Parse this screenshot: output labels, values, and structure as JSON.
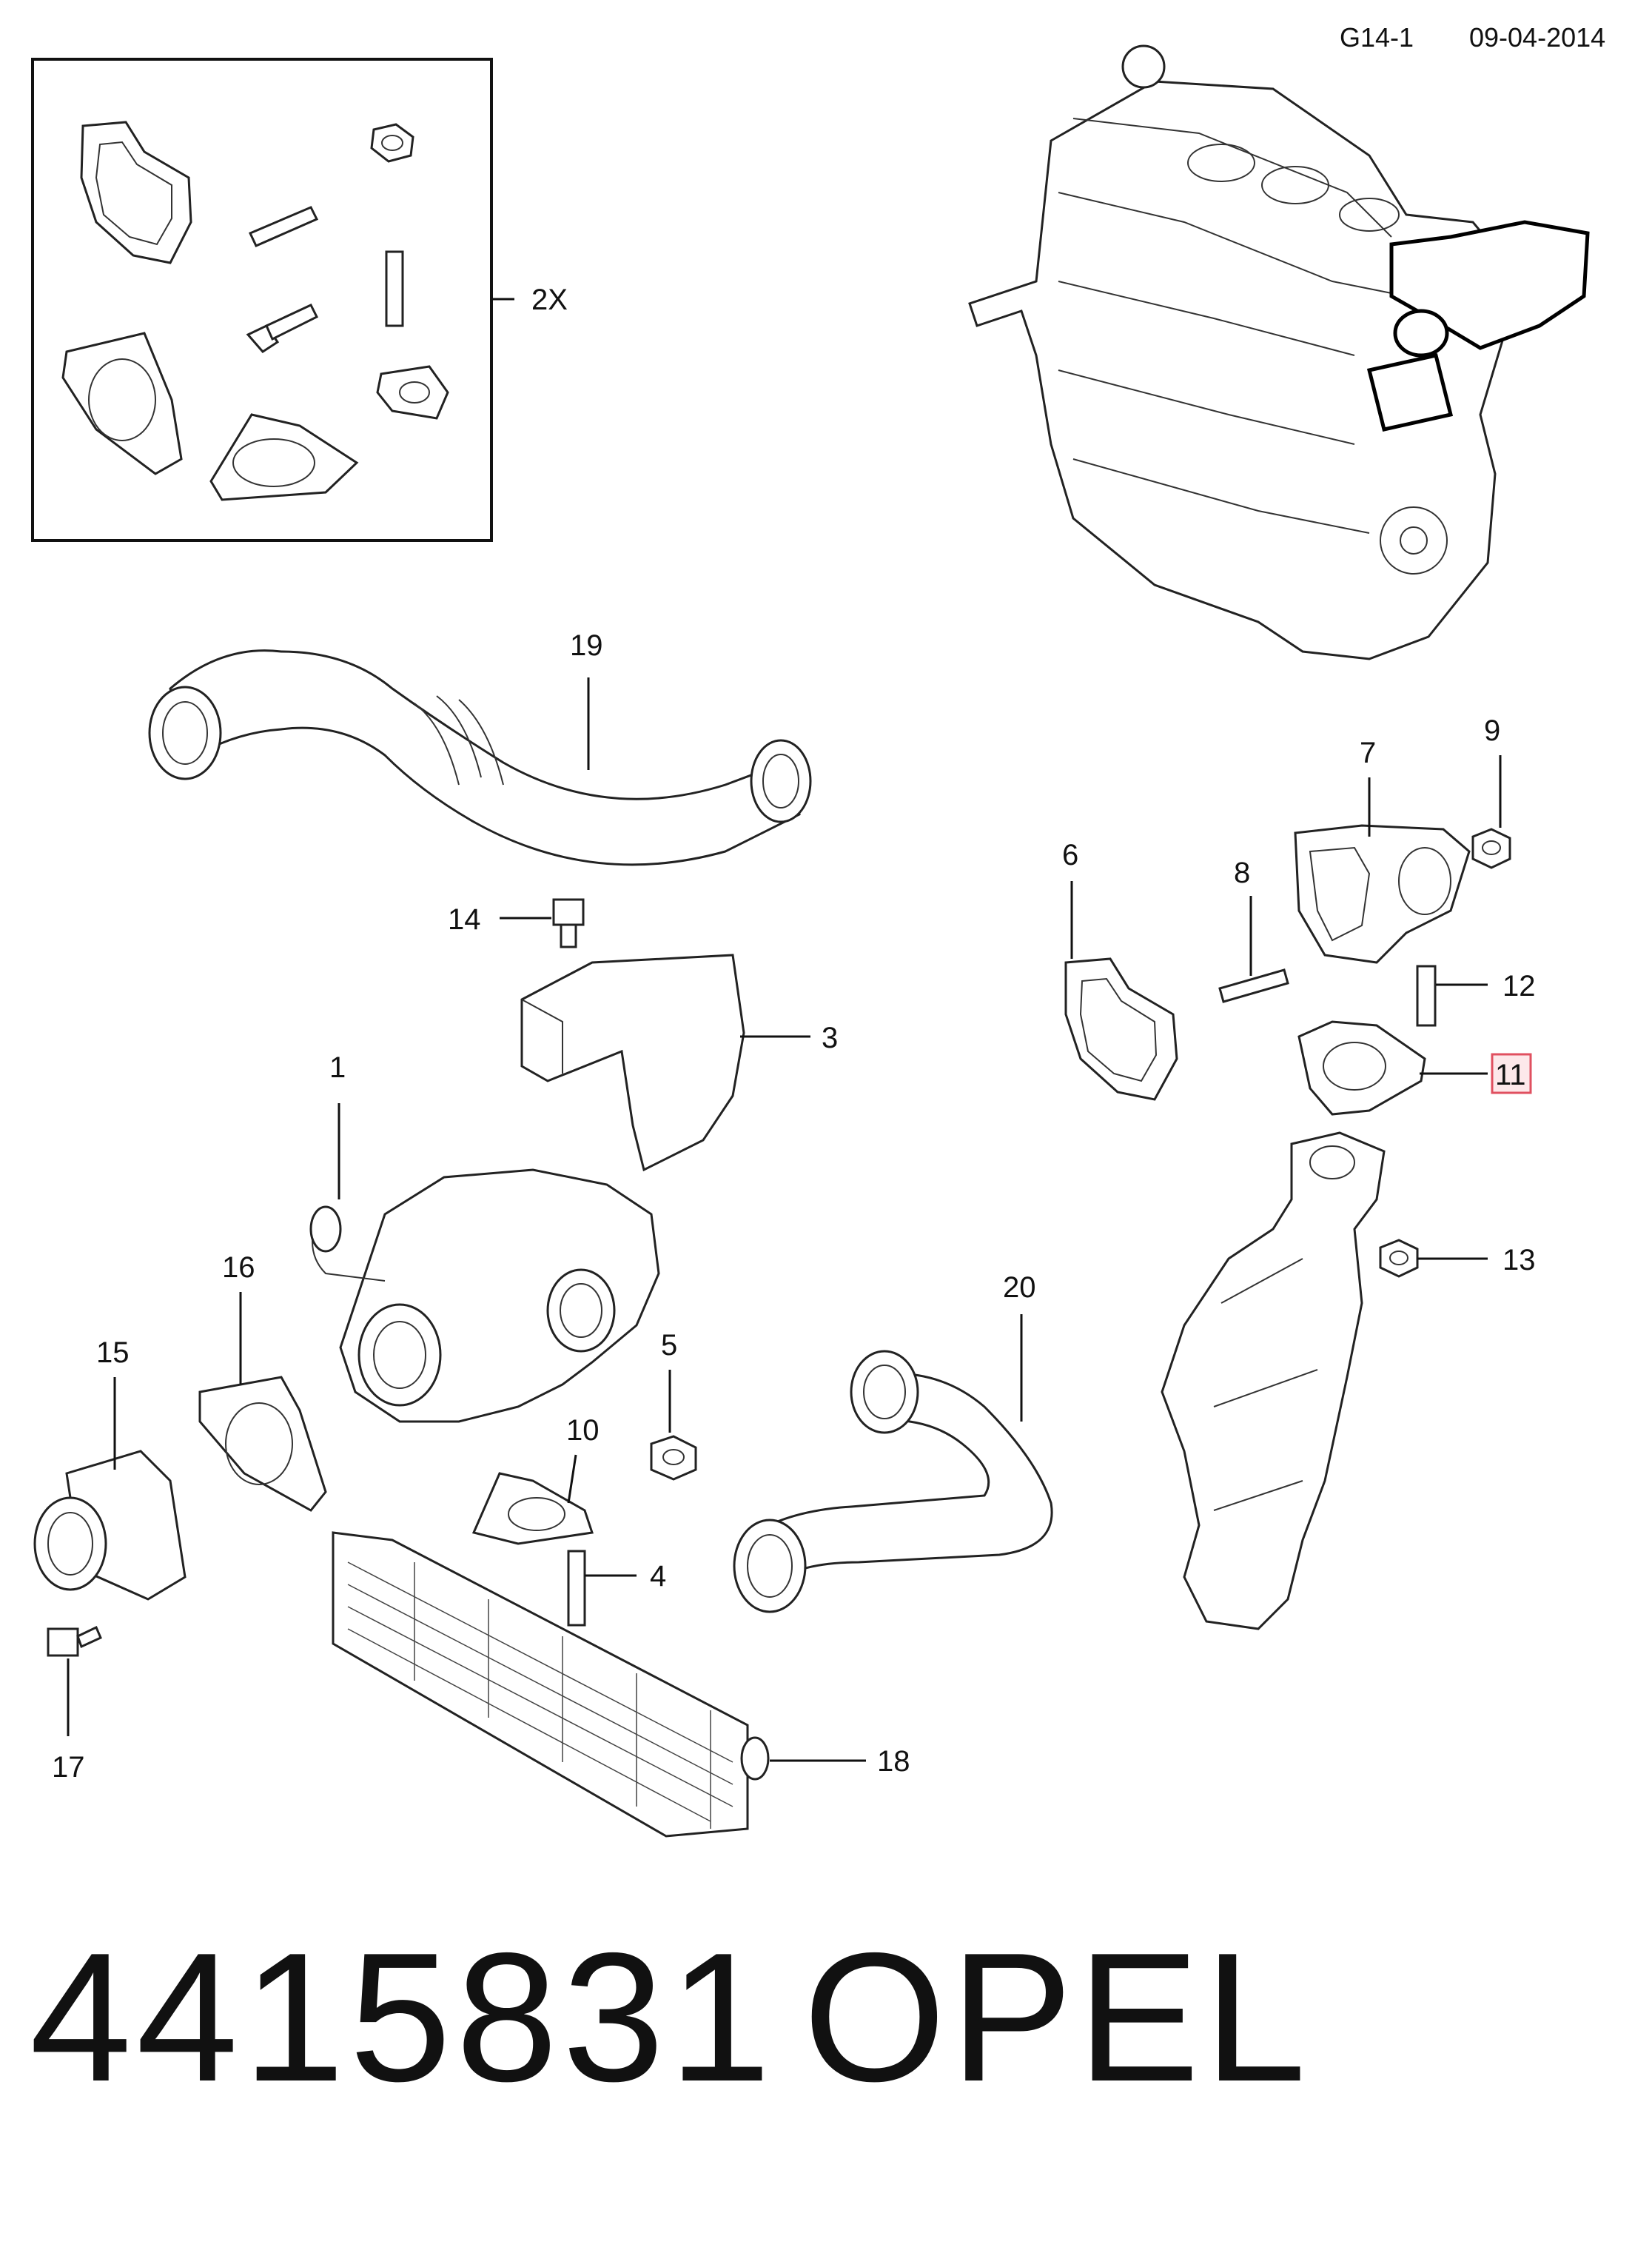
{
  "header": {
    "code": "G14-1",
    "date": "09-04-2014"
  },
  "footer": {
    "part_number": "4415831",
    "brand": "OPEL"
  },
  "inset": {
    "quantity_label": "2X"
  },
  "callouts": {
    "c1": "1",
    "c3": "3",
    "c4": "4",
    "c5": "5",
    "c6": "6",
    "c7": "7",
    "c8": "8",
    "c9": "9",
    "c10": "10",
    "c11": "11",
    "c12": "12",
    "c13": "13",
    "c14": "14",
    "c15": "15",
    "c16": "16",
    "c17": "17",
    "c18": "18",
    "c19": "19",
    "c20": "20"
  },
  "highlight_color": "#e05060"
}
